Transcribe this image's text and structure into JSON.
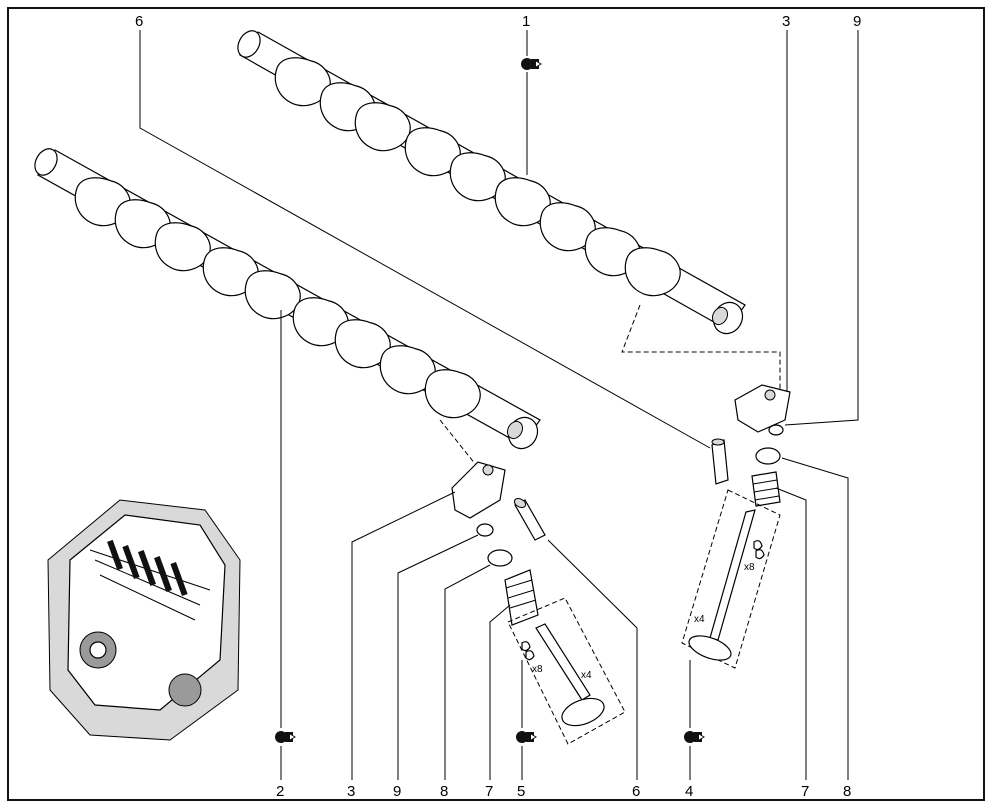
{
  "callouts": {
    "top_1": "1",
    "top_6": "6",
    "top_3": "3",
    "top_9": "9",
    "bottom_2": "2",
    "bottom_3": "3",
    "bottom_9": "9",
    "bottom_8": "8",
    "bottom_7": "7",
    "bottom_5": "5",
    "bottom_6": "6",
    "bottom_4": "4",
    "bottom_7b": "7",
    "bottom_8b": "8"
  },
  "quantities": {
    "left_valve_x4": "x4",
    "left_keeper_x8": "x8",
    "right_valve_x4": "x4",
    "right_keeper_x8": "x8"
  },
  "icons": {
    "part_marker": "dark-grease-symbol",
    "keeper": "valve-keeper-icon",
    "engine": "engine-overview-illustration"
  },
  "colors": {
    "line": "#000000",
    "background": "#ffffff",
    "shade": "#d9d9d9"
  }
}
